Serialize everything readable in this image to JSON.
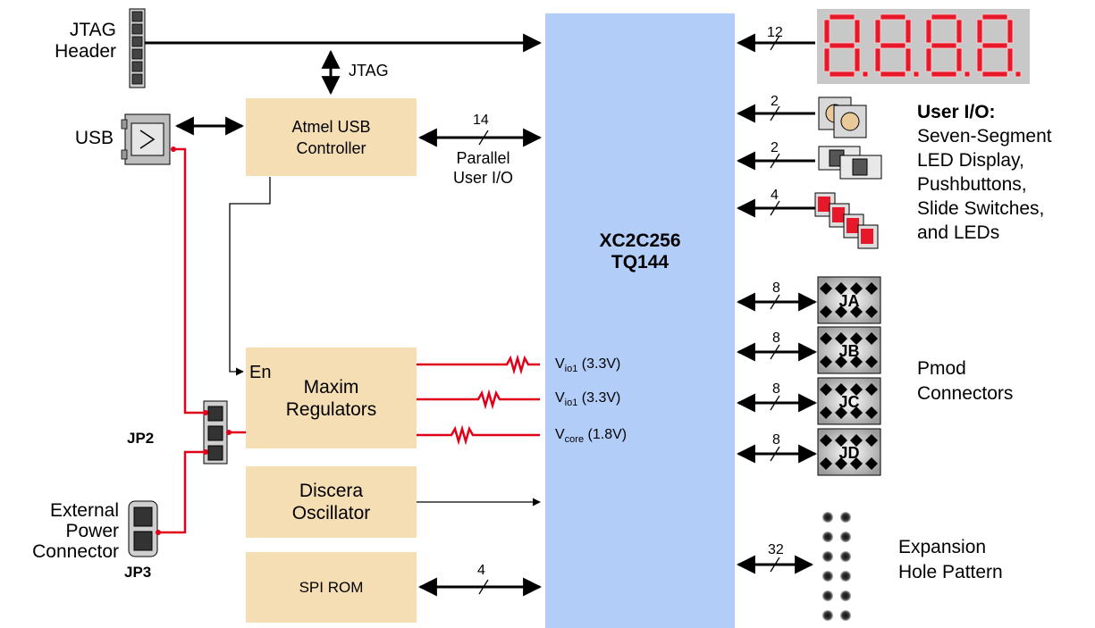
{
  "fpga": {
    "line1": "XC2C256",
    "line2": "TQ144"
  },
  "blocks": {
    "usb_ctrl": [
      "Atmel USB",
      "Controller"
    ],
    "maxim": [
      "Maxim",
      "Regulators"
    ],
    "maxim_en": "En",
    "discera": [
      "Discera",
      "Oscillator"
    ],
    "spi_rom": "SPI ROM"
  },
  "left_labels": {
    "jtag_header": [
      "JTAG",
      "Header"
    ],
    "usb": "USB",
    "jp2": "JP2",
    "ext_power": [
      "External",
      "Power",
      "Connector"
    ],
    "jp3": "JP3"
  },
  "signals": {
    "jtag": "JTAG",
    "parallel": [
      "Parallel",
      "User I/O"
    ],
    "vio1_a": {
      "main": "V",
      "sub": "io1",
      "rest": " (3.3V)"
    },
    "vio1_b": {
      "main": "V",
      "sub": "io1",
      "rest": " (3.3V)"
    },
    "vcore": {
      "main": "V",
      "sub": "core",
      "rest": " (1.8V)"
    }
  },
  "bus_widths": {
    "display": "12",
    "buttons": "2",
    "switches": "2",
    "leds": "4",
    "parallel": "14",
    "pmod_ja": "8",
    "pmod_jb": "8",
    "pmod_jc": "8",
    "pmod_jd": "8",
    "expansion": "32",
    "spi": "4"
  },
  "pmod_letters": [
    "JA",
    "JB",
    "JC",
    "JD"
  ],
  "right_labels": {
    "user_io_title": "User I/O:",
    "user_io_items": [
      "Seven-Segment",
      "LED Display,",
      "Pushbuttons,",
      "Slide Switches,",
      "and LEDs"
    ],
    "pmod": [
      "Pmod",
      "Connectors"
    ],
    "expansion": [
      "Expansion",
      "Hole Pattern"
    ]
  },
  "colors": {
    "fpga": "#b3cdf9",
    "block": "#f5deb3",
    "power_line": "#e0001a",
    "segment": "#e8182b",
    "display_bg": "#c8c8c8"
  }
}
